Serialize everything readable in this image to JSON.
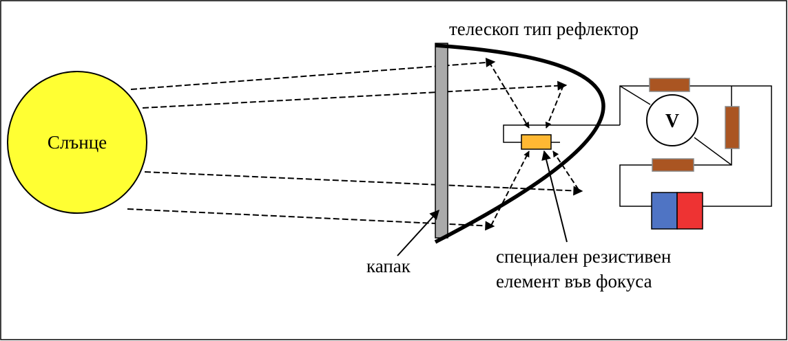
{
  "labels": {
    "sun": "Слънце",
    "telescope": "телескоп тип рефлектор",
    "cover": "капак",
    "element_line1": "специален резистивен",
    "element_line2": "елемент във фокуса",
    "voltmeter": "V"
  },
  "colors": {
    "sun_fill": "#ffff33",
    "cover_fill": "#aaaaaa",
    "element_fill": "#ffb833",
    "resistor_fill": "#aa5522",
    "battery_blue": "#4f74c4",
    "battery_red": "#ee3333"
  }
}
